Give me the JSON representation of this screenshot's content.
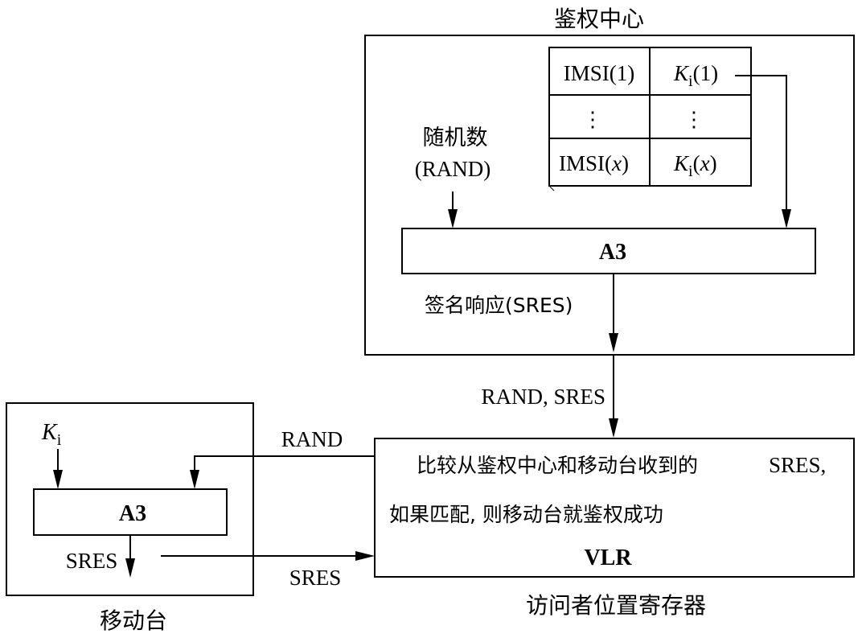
{
  "auth_center": {
    "title": "鉴权中心",
    "random_label": "随机数",
    "random_abbr": "(RAND)",
    "table": {
      "rows": [
        {
          "imsi": "IMSI(1)",
          "key_symbol": "K",
          "key_sub": "i",
          "key_arg": "(1)"
        },
        {
          "imsi": "⋮",
          "key_symbol": "⋮",
          "key_sub": "",
          "key_arg": ""
        },
        {
          "imsi_prefix": "IMSI(",
          "imsi_var": "x",
          "imsi_suffix": ")",
          "key_symbol": "K",
          "key_sub": "i",
          "key_arg_prefix": "(",
          "key_arg_var": "x",
          "key_arg_suffix": ")"
        }
      ]
    },
    "algo_label": "A3",
    "sres_label": "签名响应(SRES)"
  },
  "link_label": "RAND, SRES",
  "mobile_station": {
    "key_symbol": "K",
    "key_sub": "i",
    "algo_label": "A3",
    "sres_label": "SRES",
    "caption": "移动台"
  },
  "rand_arrow_label": "RAND",
  "sres_arrow_label": "SRES",
  "vlr": {
    "line1_cjk": "比较从鉴权中心和移动台收到的",
    "line1_abbr": "SRES,",
    "line2": "如果匹配, 则移动台就鉴权成功",
    "name": "VLR",
    "caption": "访问者位置寄存器"
  }
}
